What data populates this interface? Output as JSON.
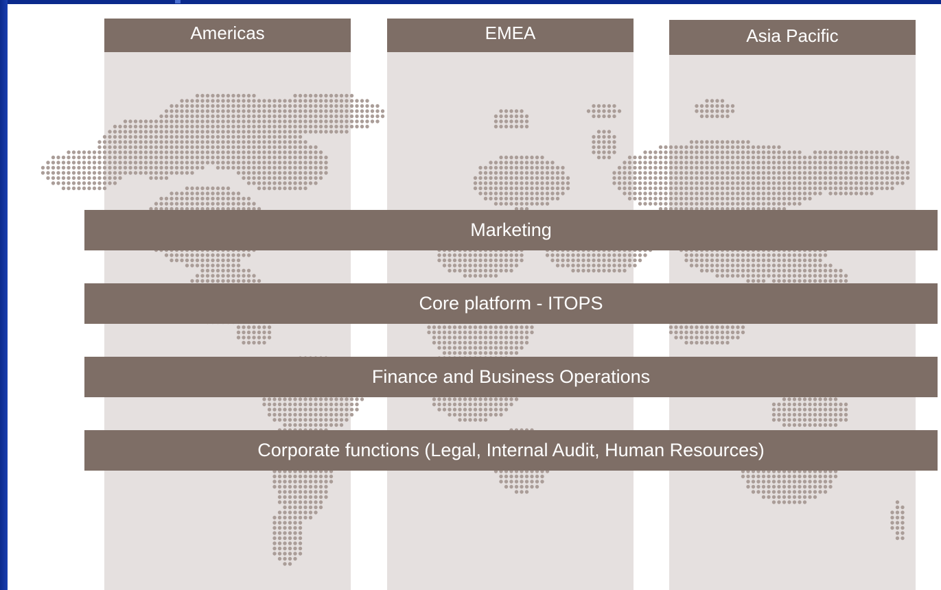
{
  "regions": [
    {
      "label": "Americas"
    },
    {
      "label": "EMEA"
    },
    {
      "label": "Asia Pacific"
    }
  ],
  "functions": [
    {
      "label": "Marketing"
    },
    {
      "label": "Core platform - ITOPS"
    },
    {
      "label": "Finance and Business Operations"
    },
    {
      "label": "Corporate functions (Legal, Internal Audit, Human Resources)"
    }
  ],
  "colors": {
    "band": "#7e6e66",
    "column": "#e5e0df",
    "dots": "#aa9d98",
    "frame": "#0b2a8c"
  }
}
